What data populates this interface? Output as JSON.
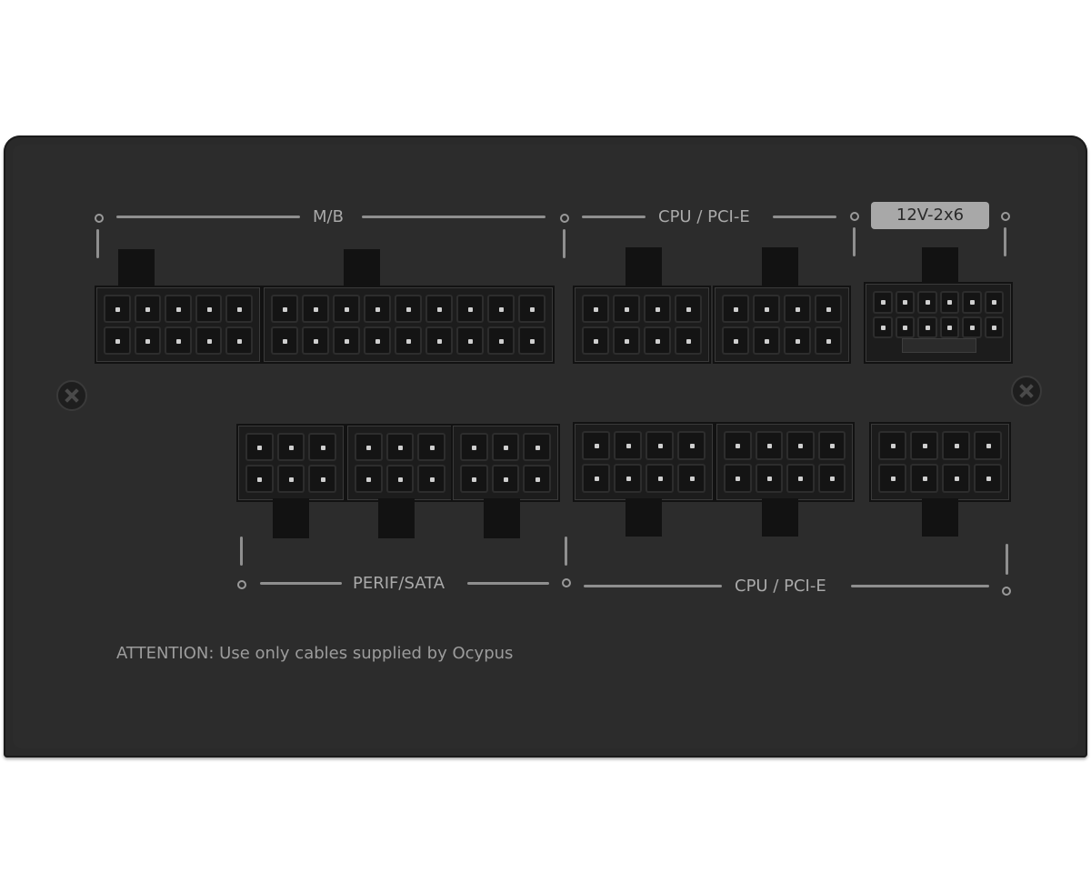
{
  "labels": {
    "mb": "M/B",
    "cpu_pcie_top": "CPU / PCI-E",
    "power_12v": "12V-2x6",
    "perif_sata": "PERIF/SATA",
    "cpu_pcie_bottom": "CPU / PCI-E"
  },
  "attention": "ATTENTION: Use only cables supplied by Ocypus",
  "colors": {
    "panel": "#2a2a2a",
    "text": "#a9a9a9",
    "badge": "#a8a8a8"
  },
  "icons": [
    "screw-icon",
    "screw-icon"
  ]
}
